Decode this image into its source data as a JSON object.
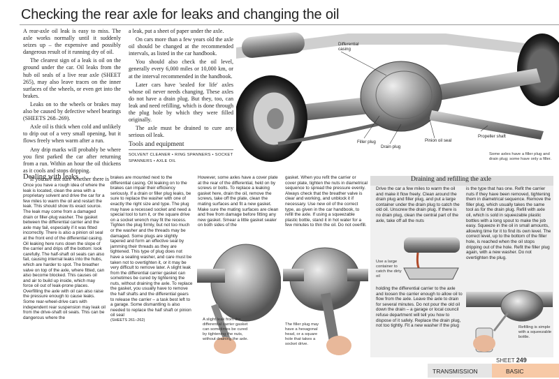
{
  "title": "Checking the rear axle for leaks and changing the oil",
  "intro": {
    "col1": [
      "A rear-axle oil leak is easy to miss. The axle works normally until it suddenly seizes up – the expensive and possibly dangerous result of it running dry of oil.",
      "The clearest sign of a leak is oil on the ground under the car. Oil leaks from the hub oil seals of a live rear axle (SHEET 265), may also leave traces on the inner surfaces of the wheels, or even get into the brakes.",
      "Leaks on to the wheels or brakes may also be caused by defective wheel bearings (SHEETS 268–269).",
      "Axle oil is thick when cold and unlikely to drip out of a very small opening, but it flows freely when warm after a run.",
      "Any drip marks will probably be where you first parked the car after returning from a run. Within an hour the oil thickens as it cools and stops dripping.",
      "If you are not sure whether there is"
    ],
    "col2": [
      "a leak, put a sheet of paper under the axle.",
      "On cars more than a few years old the axle oil should be changed at the recommended intervals, as listed in the car handbook.",
      "You should also check the oil level, generally every 6,000 miles or 10,000 km, or at the interval recommended in the handbook.",
      "Later cars have 'sealed for life' axles whose oil never needs changing. These axles do not have a drain plug. But they, too, can leak and need refilling, which is done through the plug hole by which they were filled originally.",
      "The axle must be drained to cure any serious oil leak."
    ]
  },
  "tools": {
    "heading": "Tools and equipment",
    "line1": "SOLVENT CLEANER  •  RING SPANNERS  •  SOCKET",
    "line2": "SPANNERS  •  AXLE OIL"
  },
  "top_labels": {
    "differential_casing": "Differential casing",
    "filler_plug": "Filler plug",
    "drain_plug": "Drain plug",
    "pinion_oil_seal": "Pinion oil seal",
    "propeller_shaft": "Propeller shaft",
    "caption": "Some axles have a filler plug and drain plug; some have only a filler."
  },
  "dealing": {
    "heading": "Dealing with leaks",
    "col1": "Once you have a rough idea of where the leak is located, clean the area with a proprietary solvent and drive the car for a few miles to warm the oil and restart the leak. This should show its exact source. The leak may come from a damaged drain or filler-plug washer. The gasket between the differential carrier and the axle may fail, especially if it was fitted incorrectly. There is also a pinion oil seal at the front end of the differential casing. Oil leaking here runs down the slope of the carrier and drips off the bottom: look carefully. The half-shaft oil seals can also fail, causing internal leaks into the hubs, which are harder to spot. The breather valve on top of the axle, where fitted, can also become blocked. This causes oil and air to build up inside, which may force oil out of leak-prone places. Overfilling the axle with oil can also raise the pressure enough to cause leaks. Some rear-wheel-drive cars with independent rear suspension may leak oil from the drive-shaft oil seals. This can be dangerous where the",
    "col2": "brakes are mounted next to the differential casing. Oil leaking on to the brakes can impair their efficiency seriously. If a drain or filler plug leaks, be sure to replace the washer with one of exactly the right size and type. The plug may have a recessed socket and need a special tool to turn it, or the square drive on a socket wrench may fit the recess. Tighten the plug firmly, but not too much or the washer and the threads may be damaged. Some plugs are slightly tapered and form an effective seal by jamming their threads as they are tightened. This type of plug does not have a sealing washer, and care must be taken not to overtighten it, or it may be very difficult to remove later. A slight leak from the differential carrier gasket can sometimes be cured by tightening the nuts, without draining the axle. To replace the gasket, you usually have to remove the half shafts and the differential gears to release the carrier – a task best left to a garage. Some dismantling is also needed to replace the half shaft or pinion oil seal",
    "col2_ref": "(SHEETS 261–262)",
    "col3": "However, some axles have a cover plate at the rear of the differential, held on by screws or bolts. To replace a leaking gasket here, drain the oil, remove the screws, take off the plate, clean the mating surfaces and fit a new gasket. Make sure the mating surfaces are clean and free from damage before fitting any new gasket. Smear a little gasket sealer on both sides of the",
    "col4": "gasket. When you refit the carrier or cover plate, tighten the nuts in diametrical sequence to spread the pressure evenly. Always check that the breather valve is clear and working, and unblock it if necessary. Use new oil of the correct type, as given in the car handbook, to refill the axle. If using a squeezable plastic bottle, stand it in hot water for a few minutes to thin the oil. Do not overfill.",
    "caption_leak": "A slight leak from the differential carrier gasket can sometimes be cured by tightening the nuts, without draining the axle.",
    "caption_filler": "The filler plug may have a hexagonal head, or a square hole that takes a socket drive."
  },
  "draining": {
    "heading": "Draining and refilling the axle",
    "col1": "Drive the car a few miles to warm the oil and make it flow freely. Clean around the drain plug and filler plug, and put a large container under the drain plug to catch the old oil. Unscrew the drain plug. If there is no drain plug, clean the central part of the axle, take off all the nuts",
    "caption_container": "Use a large container to catch the dirty oil",
    "col1b": "holding the differential carrier to the axle and loosen the carrier enough to allow oil to flow from the axle. Leave the axle to drain for several minutes. Do not pour the old oil down the drain – a garage or local council refuse department will tell you how to dispose of it safely. Replace the drain plug, not too tightly. Fit a new washer if the plug",
    "col2": "is the type that has one. Refit the carrier nuts if they have been removed, tightening them in diametrical sequence. Remove the filler plug, which usually takes the same tool as for the drain plug. Refill with axle oil, which is sold in squeezable plastic bottles with a long spout to make the job easy. Squeeze in the oil in small amounts, allowing time for it to find its own level. The correct level, up to the bottom of the filler hole, is reached when the oil stops dripping out of the hole. Refit the filler plug again, with a new washer. Do not overtighten the plug.",
    "caption_refill": "Refilling is simple with a squeezable bottle."
  },
  "footer": {
    "sheet_label": "SHEET",
    "sheet_number": "249",
    "section": "TRANSMISSION",
    "level": "BASIC"
  },
  "colors": {
    "accent_basic": "#f7c9a6",
    "box_bg": "#f0f0f0"
  }
}
